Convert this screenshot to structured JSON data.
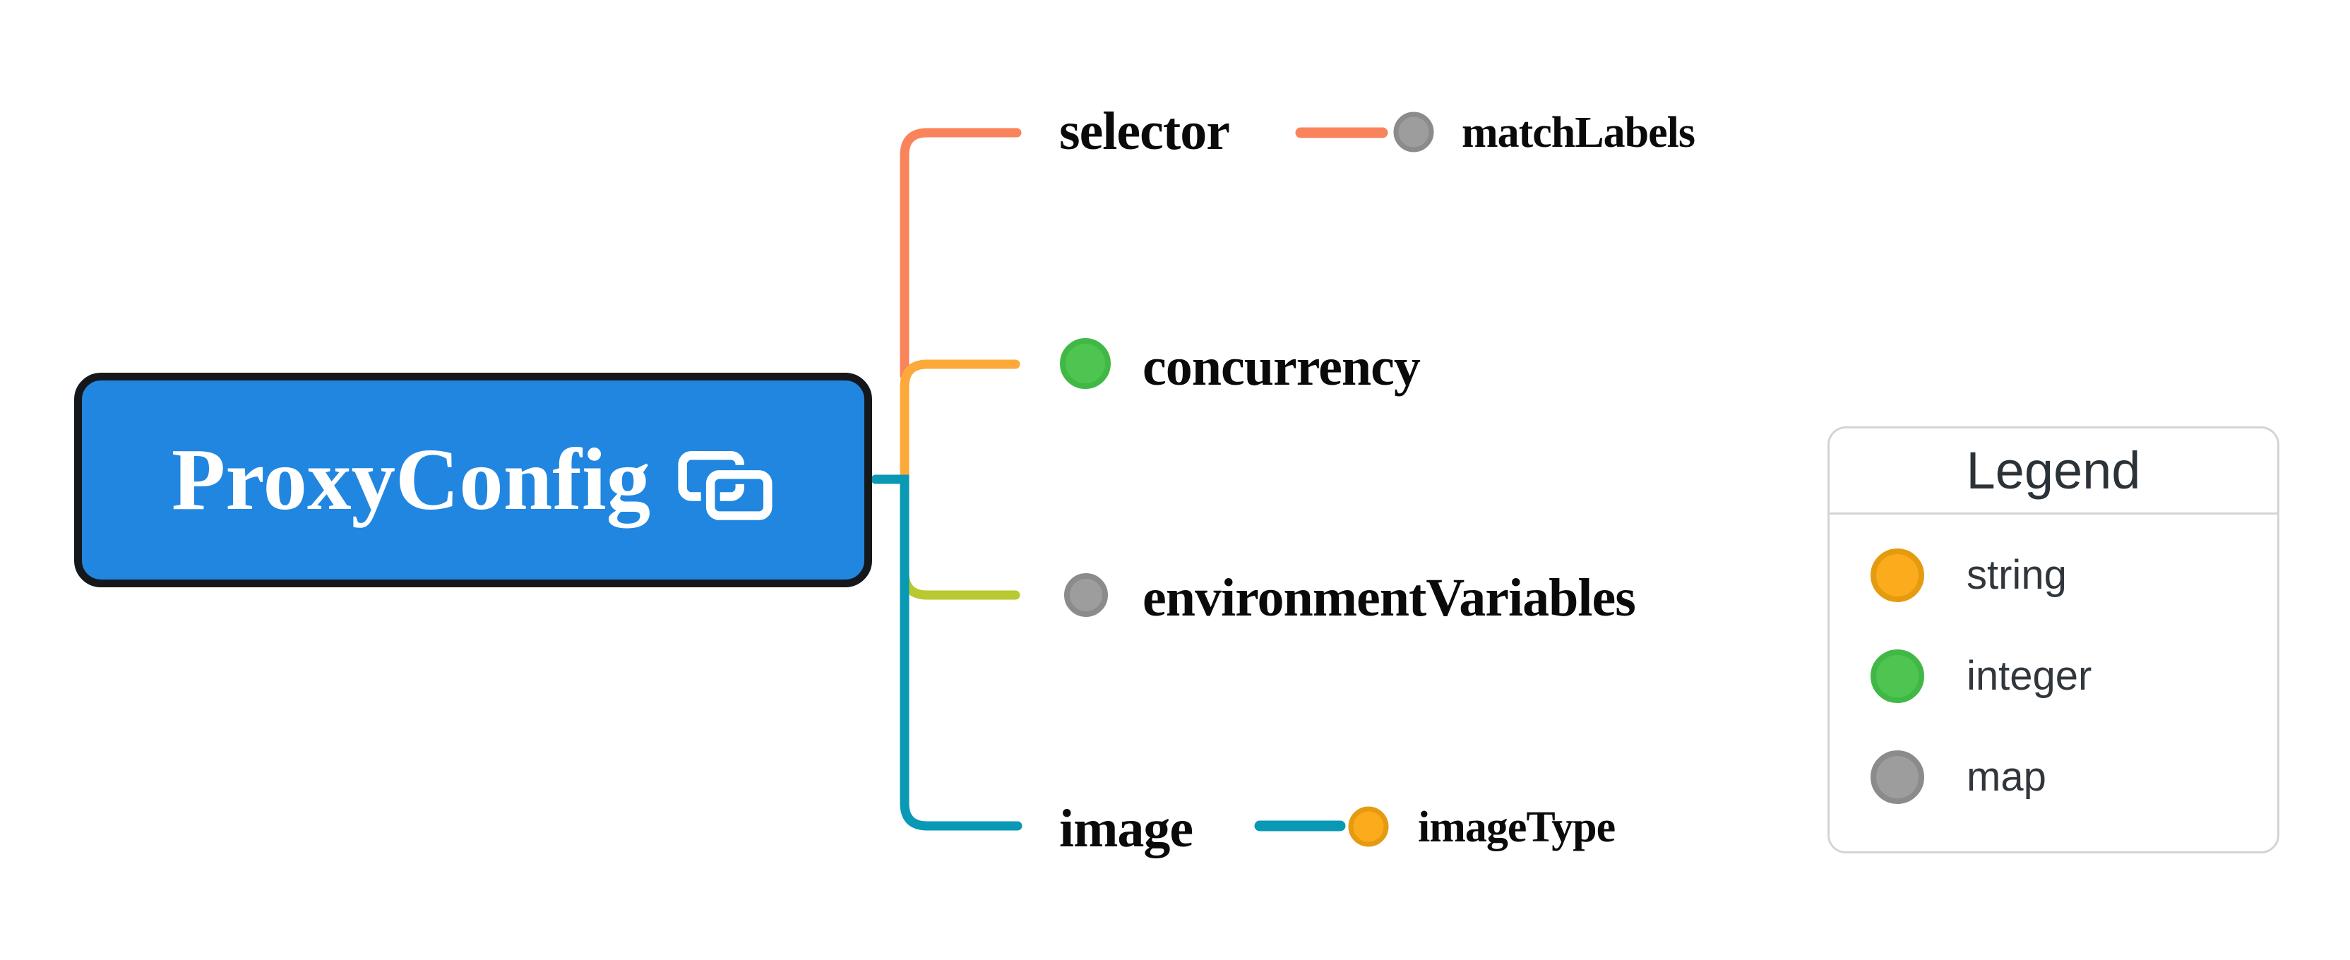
{
  "diagram": {
    "root": {
      "label": "ProxyConfig",
      "icon": "link-icon"
    },
    "branches": [
      {
        "label": "selector",
        "branch_color": "coral",
        "children": [
          {
            "label": "matchLabels",
            "type": "map",
            "dot_color": "gray"
          }
        ]
      },
      {
        "label": "concurrency",
        "branch_color": "amber",
        "type": "integer",
        "dot_color": "green"
      },
      {
        "label": "environmentVariables",
        "branch_color": "lime",
        "type": "map",
        "dot_color": "gray"
      },
      {
        "label": "image",
        "branch_color": "teal",
        "children": [
          {
            "label": "imageType",
            "type": "string",
            "dot_color": "amber"
          }
        ]
      }
    ]
  },
  "legend": {
    "title": "Legend",
    "items": [
      {
        "label": "string",
        "dot_color": "amber",
        "hex": "#FCAB1C"
      },
      {
        "label": "integer",
        "dot_color": "green",
        "hex": "#4FC551"
      },
      {
        "label": "map",
        "dot_color": "gray",
        "hex": "#9D9D9D"
      }
    ]
  },
  "colors": {
    "canvas_bg": "#ffffff",
    "root_fill": "#2186E0",
    "root_border": "#15181B",
    "root_text": "#FFFFFF",
    "coral": "#F9845C",
    "amber": "#FCA939",
    "lime": "#B9C930",
    "teal": "#0999B5",
    "dot_amber": "#FCAB1C",
    "dot_amber_border": "#E59B10",
    "dot_green": "#4FC551",
    "dot_green_border": "#41B846",
    "dot_gray": "#9D9D9D",
    "dot_gray_border": "#8B8B8B",
    "label_text": "#0A0A0A",
    "legend_bg": "#FFFFFF",
    "legend_border": "#D4D4D4",
    "legend_title_text": "#2B3238",
    "legend_text": "#30363B"
  }
}
